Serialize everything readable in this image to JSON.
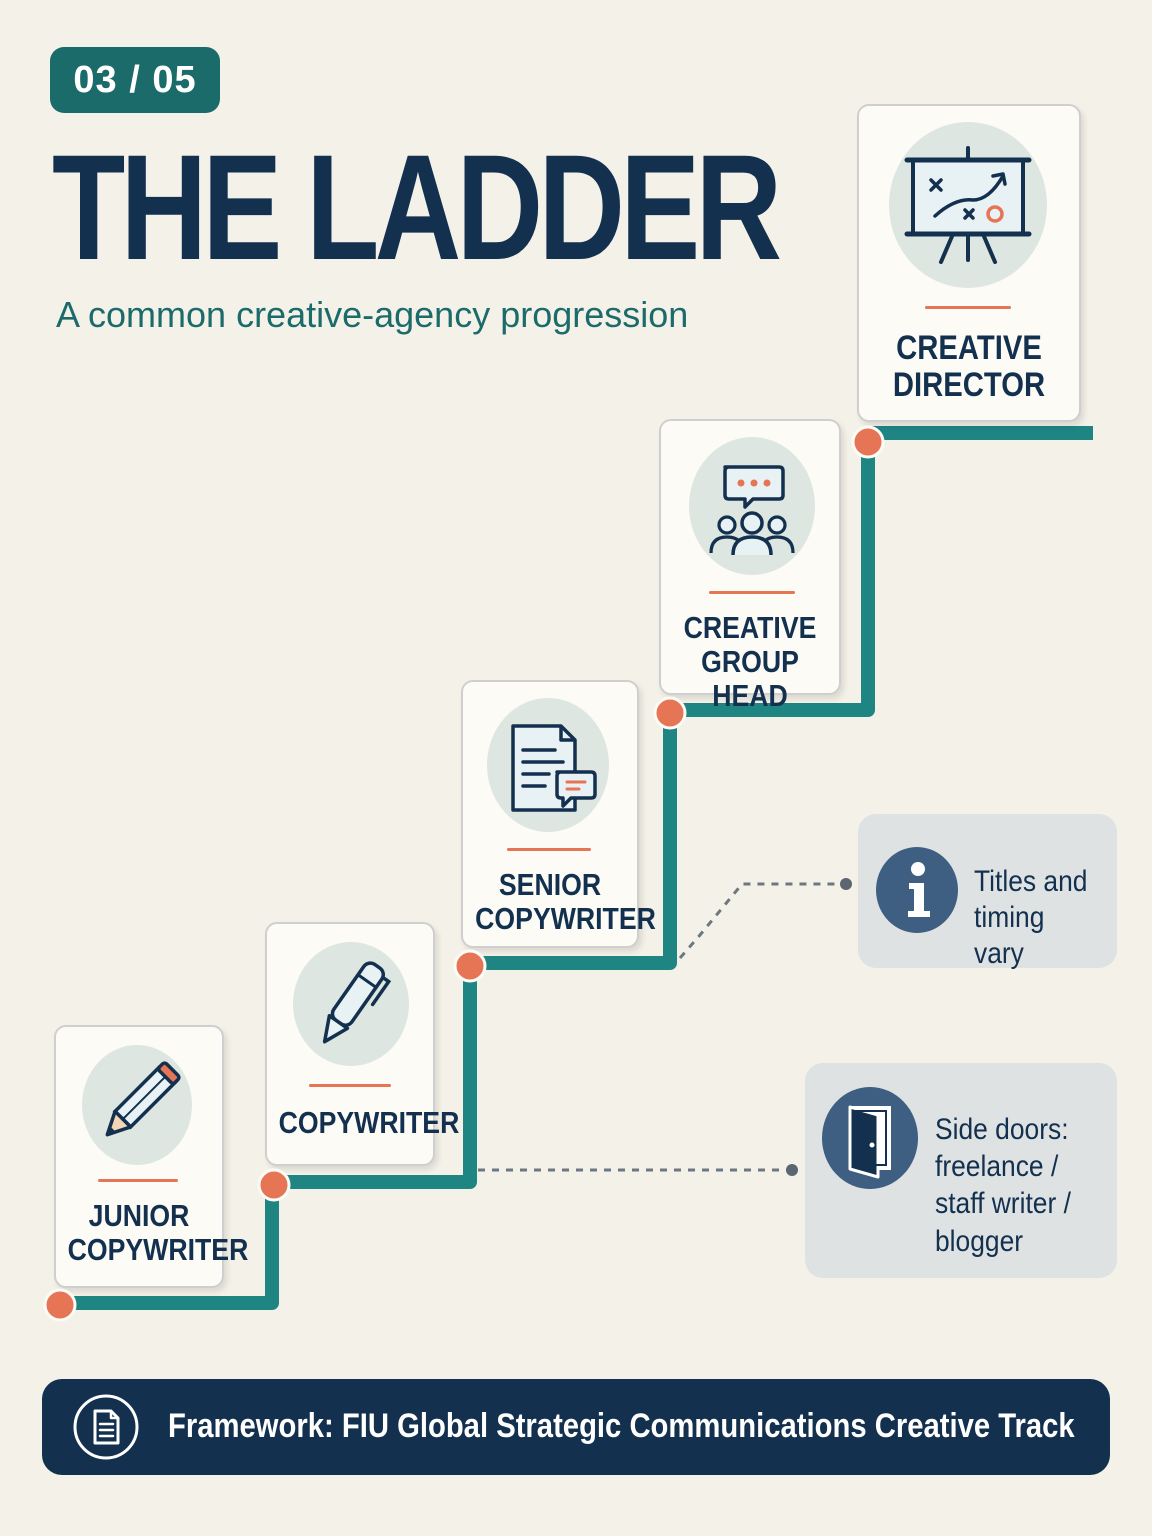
{
  "header": {
    "page_indicator": "03 / 05",
    "title": "THE LADDER",
    "subtitle": "A common creative-agency progression"
  },
  "steps": [
    {
      "label_line1": "JUNIOR",
      "label_line2": "COPYWRITER",
      "icon": "pencil-icon"
    },
    {
      "label_line1": "COPYWRITER",
      "label_line2": "",
      "icon": "pen-icon"
    },
    {
      "label_line1": "SENIOR",
      "label_line2": "COPYWRITER",
      "icon": "document-comment-icon"
    },
    {
      "label_line1": "CREATIVE",
      "label_line2": "GROUP HEAD",
      "icon": "team-chat-icon"
    },
    {
      "label_line1": "CREATIVE",
      "label_line2": "DIRECTOR",
      "icon": "strategy-board-icon"
    }
  ],
  "notes": [
    {
      "text_line1": "Titles and",
      "text_line2": "timing vary",
      "text_line3": "",
      "text_line4": "",
      "icon": "info-icon"
    },
    {
      "text_line1": "Side doors:",
      "text_line2": "freelance /",
      "text_line3": "staff writer /",
      "text_line4": "blogger",
      "icon": "door-icon"
    }
  ],
  "footer": {
    "text": "Framework: FIU Global Strategic Communications Creative Track",
    "icon": "document-icon"
  },
  "colors": {
    "background": "#f4f1e8",
    "navy": "#13304f",
    "teal": "#1b6b6b",
    "ladder_teal": "#1e8583",
    "accent_coral": "#e67556",
    "icon_circle": "#dde6e0",
    "note_box": "#dfe2e3",
    "note_icon": "#3e5f82"
  }
}
